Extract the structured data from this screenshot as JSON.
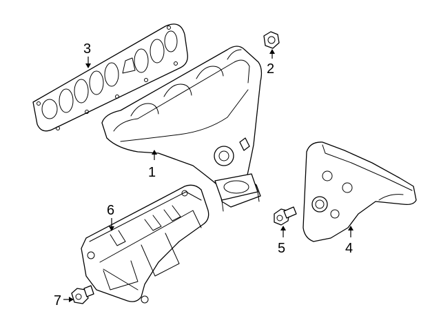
{
  "diagram": {
    "callouts": [
      {
        "id": "1",
        "label": "1"
      },
      {
        "id": "2",
        "label": "2"
      },
      {
        "id": "3",
        "label": "3"
      },
      {
        "id": "4",
        "label": "4"
      },
      {
        "id": "5",
        "label": "5"
      },
      {
        "id": "6",
        "label": "6"
      },
      {
        "id": "7",
        "label": "7"
      }
    ],
    "colors": {
      "line": "#000000",
      "fill": "#ffffff",
      "background": "#ffffff"
    }
  }
}
